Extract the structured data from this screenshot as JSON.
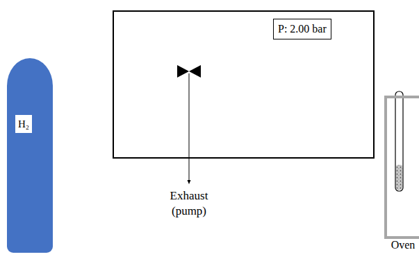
{
  "diagram": {
    "nodes": [
      {
        "text": [
          "H₂"
        ]
      },
      {
        "text": [
          "P: 2.00 bar"
        ]
      },
      {
        "text": [
          "Oven"
        ]
      }
    ],
    "edges": [
      {
        "from": 0,
        "to": 2,
        "arrow": "none"
      },
      {
        "from": 0,
        "to": 1,
        "arrow": "none"
      }
    ],
    "labels": [
      "Exhaust (pump)"
    ]
  }
}
